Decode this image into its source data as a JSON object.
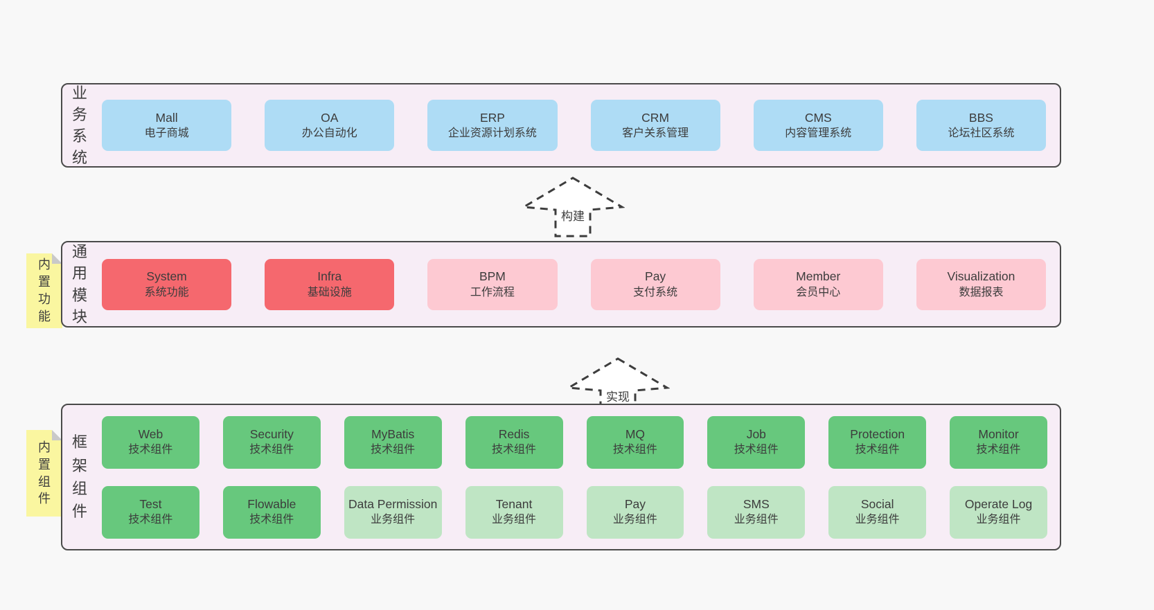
{
  "colors": {
    "page_bg": "#f8f8f8",
    "band_bg": "#f7edf6",
    "band_border": "#4a4a4a",
    "box_blue": "#aedcf5",
    "box_red": "#f5686e",
    "box_pink": "#fdc9d2",
    "box_green": "#67c87d",
    "box_green_light": "#bfe5c4",
    "note_yellow": "#faf6a0",
    "note_fold": "#c9c9c9",
    "text": "#3c3c3c"
  },
  "arrows": [
    {
      "label": "构建"
    },
    {
      "label": "实现"
    }
  ],
  "bands": [
    {
      "label": "业务系统",
      "boxes": [
        {
          "en": "Mall",
          "zh": "电子商城"
        },
        {
          "en": "OA",
          "zh": "办公自动化"
        },
        {
          "en": "ERP",
          "zh": "企业资源计划系统"
        },
        {
          "en": "CRM",
          "zh": "客户关系管理"
        },
        {
          "en": "CMS",
          "zh": "内容管理系统"
        },
        {
          "en": "BBS",
          "zh": "论坛社区系统"
        }
      ]
    },
    {
      "label": "通用模块",
      "note": "内置功能",
      "boxes": [
        {
          "en": "System",
          "zh": "系统功能"
        },
        {
          "en": "Infra",
          "zh": "基础设施"
        },
        {
          "en": "BPM",
          "zh": "工作流程"
        },
        {
          "en": "Pay",
          "zh": "支付系统"
        },
        {
          "en": "Member",
          "zh": "会员中心"
        },
        {
          "en": "Visualization",
          "zh": "数据报表"
        }
      ]
    },
    {
      "label": "框架组件",
      "note": "内置组件",
      "rows": [
        [
          {
            "en": "Web",
            "zh": "技术组件"
          },
          {
            "en": "Security",
            "zh": "技术组件"
          },
          {
            "en": "MyBatis",
            "zh": "技术组件"
          },
          {
            "en": "Redis",
            "zh": "技术组件"
          },
          {
            "en": "MQ",
            "zh": "技术组件"
          },
          {
            "en": "Job",
            "zh": "技术组件"
          },
          {
            "en": "Protection",
            "zh": "技术组件"
          },
          {
            "en": "Monitor",
            "zh": "技术组件"
          }
        ],
        [
          {
            "en": "Test",
            "zh": "技术组件"
          },
          {
            "en": "Flowable",
            "zh": "技术组件"
          },
          {
            "en": "Data Permission",
            "zh": "业务组件"
          },
          {
            "en": "Tenant",
            "zh": "业务组件"
          },
          {
            "en": "Pay",
            "zh": "业务组件"
          },
          {
            "en": "SMS",
            "zh": "业务组件"
          },
          {
            "en": "Social",
            "zh": "业务组件"
          },
          {
            "en": "Operate Log",
            "zh": "业务组件"
          }
        ]
      ]
    }
  ]
}
